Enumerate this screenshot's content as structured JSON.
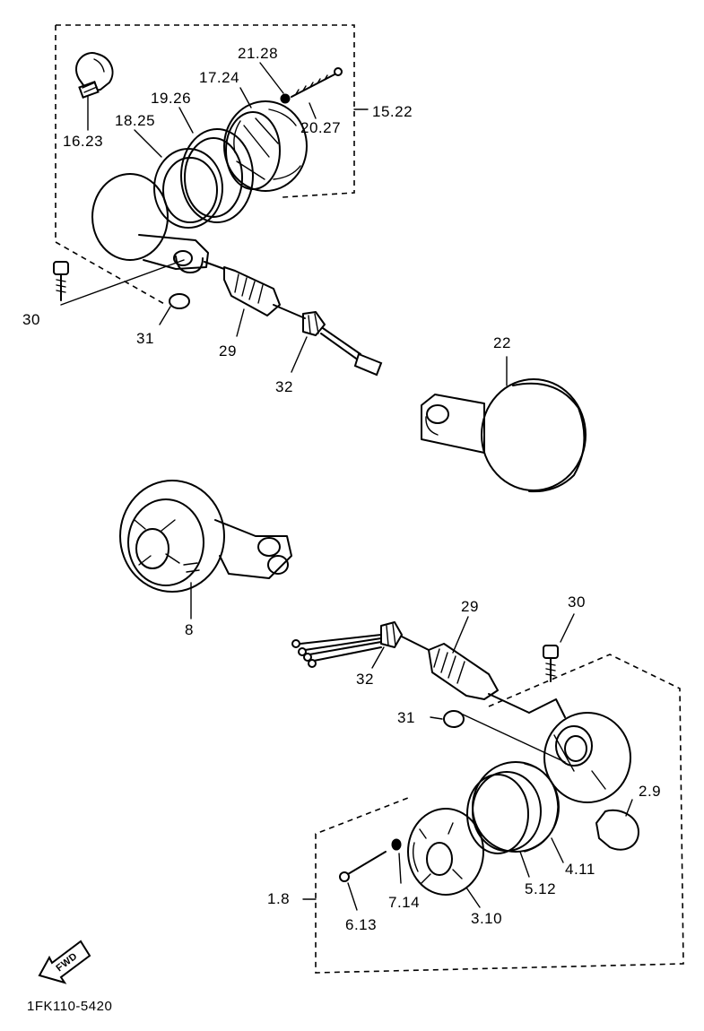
{
  "callouts": {
    "c1": "21.28",
    "c2": "17.24",
    "c3": "19.26",
    "c4": "18.25",
    "c5": "16.23",
    "c6": "20.27",
    "c7": "15.22",
    "c8": "30",
    "c9": "31",
    "c10": "29",
    "c11": "32",
    "c12": "22",
    "c13": "8",
    "c14": "29",
    "c15": "30",
    "c16": "32",
    "c17": "31",
    "c18": "2.9",
    "c19": "4.11",
    "c20": "5.12",
    "c21": "1.8",
    "c22": "7.14",
    "c23": "6.13",
    "c24": "3.10"
  },
  "fwd_label": "FWD",
  "diagram_code": "1FK110-5420"
}
